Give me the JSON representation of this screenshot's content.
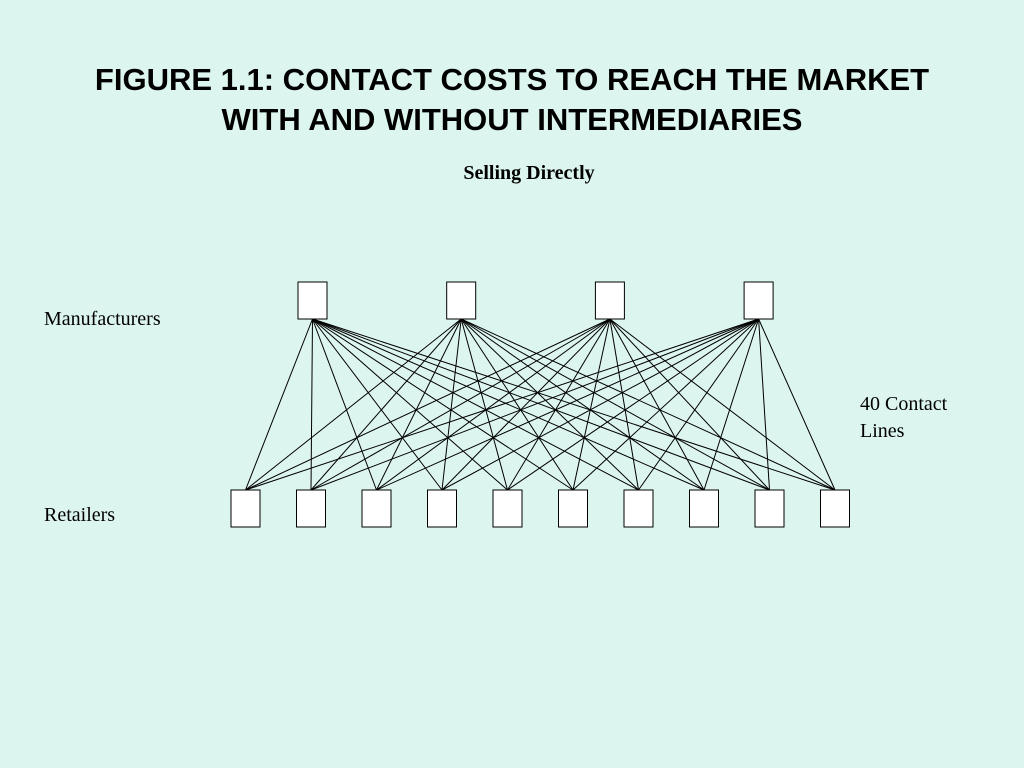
{
  "title": {
    "line1": "FIGURE 1.1: CONTACT COSTS TO REACH THE MARKET",
    "line2": "WITH AND WITHOUT INTERMEDIARIES"
  },
  "subtitle": "Selling Directly",
  "labels": {
    "manufacturers": "Manufacturers",
    "retailers": "Retailers",
    "contact_lines_line1": "40 Contact",
    "contact_lines_line2": "Lines"
  },
  "diagram": {
    "manufacturer_count": 4,
    "retailer_count": 10,
    "connection": "every manufacturer to every retailer"
  },
  "colors": {
    "background": "#DDF5EF",
    "node_fill": "#FFFFFF",
    "line": "#000000"
  }
}
